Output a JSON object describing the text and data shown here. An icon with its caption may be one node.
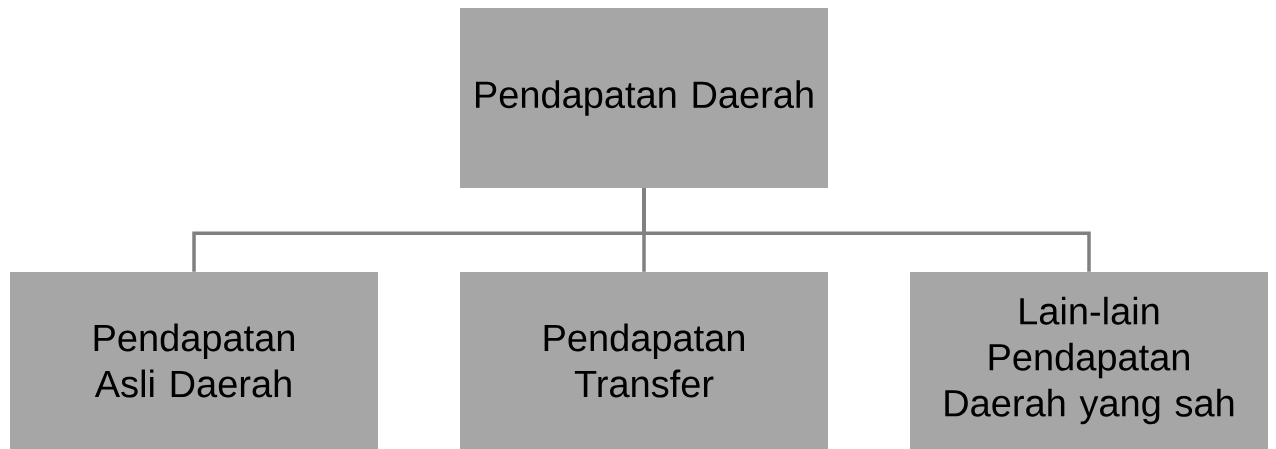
{
  "diagram": {
    "nodes": [
      {
        "text": [
          "Pendapatan Daerah"
        ]
      },
      {
        "text": [
          "Pendapatan Asli Daerah"
        ]
      },
      {
        "text": [
          "Pendapatan Transfer"
        ]
      },
      {
        "text": [
          "Lain-lain Pendapatan Daerah yang sah"
        ]
      }
    ],
    "edges": [
      {
        "from": 0,
        "to": 1,
        "arrow": "none"
      },
      {
        "from": 0,
        "to": 2,
        "arrow": "none"
      },
      {
        "from": 0,
        "to": 3,
        "arrow": "none"
      }
    ]
  }
}
